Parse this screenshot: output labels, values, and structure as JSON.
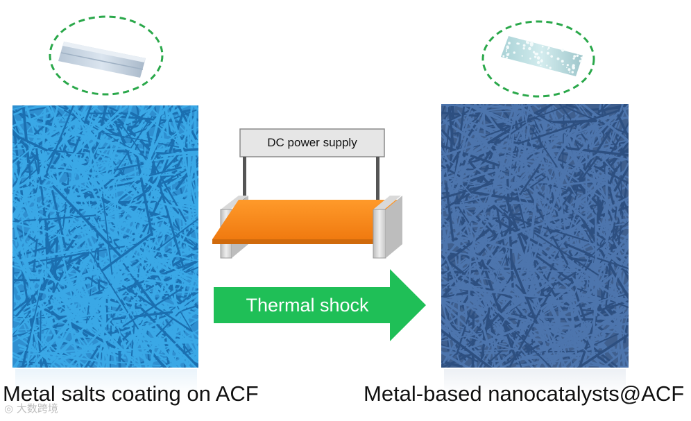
{
  "power_supply": {
    "label": "DC power supply"
  },
  "process_arrow": {
    "label": "Thermal shock"
  },
  "captions": {
    "left": "Metal salts coating on ACF",
    "right": "Metal-based nanocatalysts@ACF"
  },
  "watermark": {
    "text": "大数跨境"
  },
  "colors": {
    "left_fiber": "#3aa8e6",
    "left_fiber_dark": "#1b6fb0",
    "right_fiber": "#4d75ad",
    "right_fiber_dark": "#2d4f80",
    "heater": "#ff8a1c",
    "arrow": "#1fbf57",
    "dashed_ring": "#2aa84a",
    "box_fill": "#e6e6e6"
  }
}
